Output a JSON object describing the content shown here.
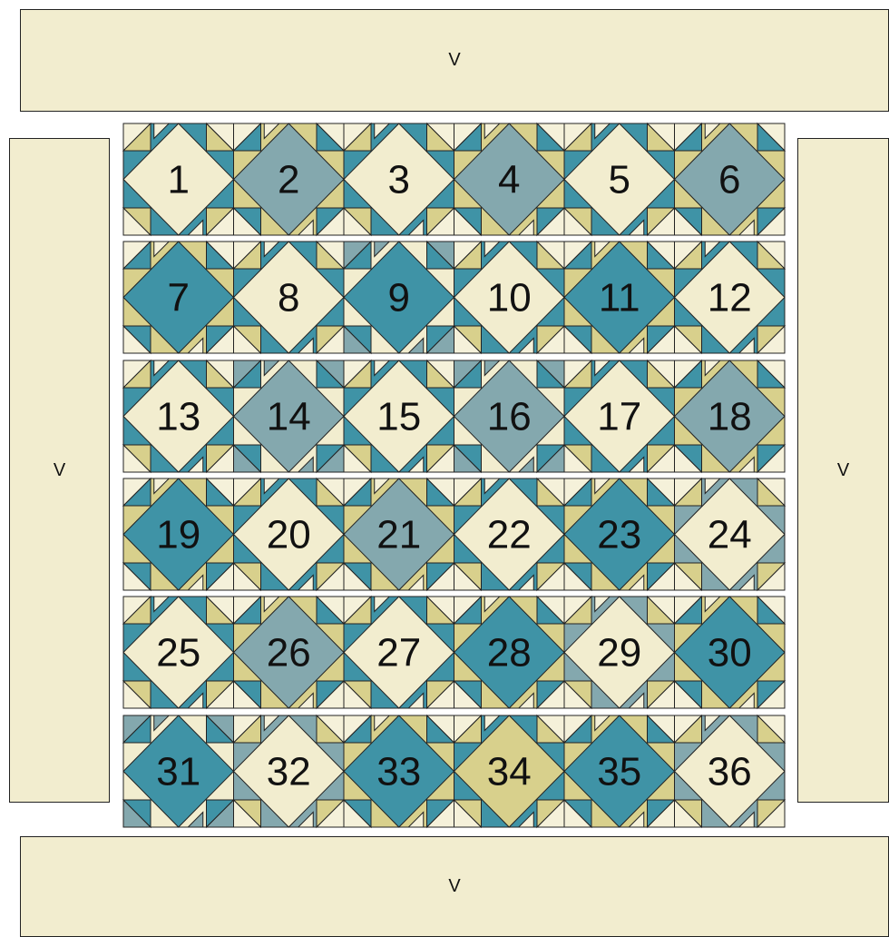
{
  "colors": {
    "teal": "#3f93a6",
    "slate": "#84a8ae",
    "olive": "#d8d08c",
    "cream": "#f2edcf",
    "cream_light": "#f5f1da",
    "outline": "#222222"
  },
  "borders": {
    "top_label": "V",
    "bottom_label": "V",
    "left_label": "V",
    "right_label": "V"
  },
  "blocks": [
    {
      "number": "1",
      "center": "cream",
      "background": "teal"
    },
    {
      "number": "2",
      "center": "slate",
      "background": "olive"
    },
    {
      "number": "3",
      "center": "cream",
      "background": "teal"
    },
    {
      "number": "4",
      "center": "slate",
      "background": "olive"
    },
    {
      "number": "5",
      "center": "cream",
      "background": "teal"
    },
    {
      "number": "6",
      "center": "slate",
      "background": "olive"
    },
    {
      "number": "7",
      "center": "teal",
      "background": "olive"
    },
    {
      "number": "8",
      "center": "cream",
      "background": "teal"
    },
    {
      "number": "9",
      "center": "teal",
      "background": "cream"
    },
    {
      "number": "10",
      "center": "cream",
      "background": "teal"
    },
    {
      "number": "11",
      "center": "teal",
      "background": "olive"
    },
    {
      "number": "12",
      "center": "cream",
      "background": "teal"
    },
    {
      "number": "13",
      "center": "cream",
      "background": "teal"
    },
    {
      "number": "14",
      "center": "slate",
      "background": "cream"
    },
    {
      "number": "15",
      "center": "cream",
      "background": "teal"
    },
    {
      "number": "16",
      "center": "slate",
      "background": "cream"
    },
    {
      "number": "17",
      "center": "cream",
      "background": "teal"
    },
    {
      "number": "18",
      "center": "slate",
      "background": "olive"
    },
    {
      "number": "19",
      "center": "teal",
      "background": "olive"
    },
    {
      "number": "20",
      "center": "cream",
      "background": "teal"
    },
    {
      "number": "21",
      "center": "slate",
      "background": "olive"
    },
    {
      "number": "22",
      "center": "cream",
      "background": "teal"
    },
    {
      "number": "23",
      "center": "teal",
      "background": "olive"
    },
    {
      "number": "24",
      "center": "cream",
      "background": "slate"
    },
    {
      "number": "25",
      "center": "cream",
      "background": "teal"
    },
    {
      "number": "26",
      "center": "slate",
      "background": "olive"
    },
    {
      "number": "27",
      "center": "cream",
      "background": "teal"
    },
    {
      "number": "28",
      "center": "teal",
      "background": "olive"
    },
    {
      "number": "29",
      "center": "cream",
      "background": "slate"
    },
    {
      "number": "30",
      "center": "teal",
      "background": "olive"
    },
    {
      "number": "31",
      "center": "teal",
      "background": "cream"
    },
    {
      "number": "32",
      "center": "cream",
      "background": "slate"
    },
    {
      "number": "33",
      "center": "teal",
      "background": "olive"
    },
    {
      "number": "34",
      "center": "olive",
      "background": "teal"
    },
    {
      "number": "35",
      "center": "teal",
      "background": "olive"
    },
    {
      "number": "36",
      "center": "cream",
      "background": "slate"
    }
  ]
}
